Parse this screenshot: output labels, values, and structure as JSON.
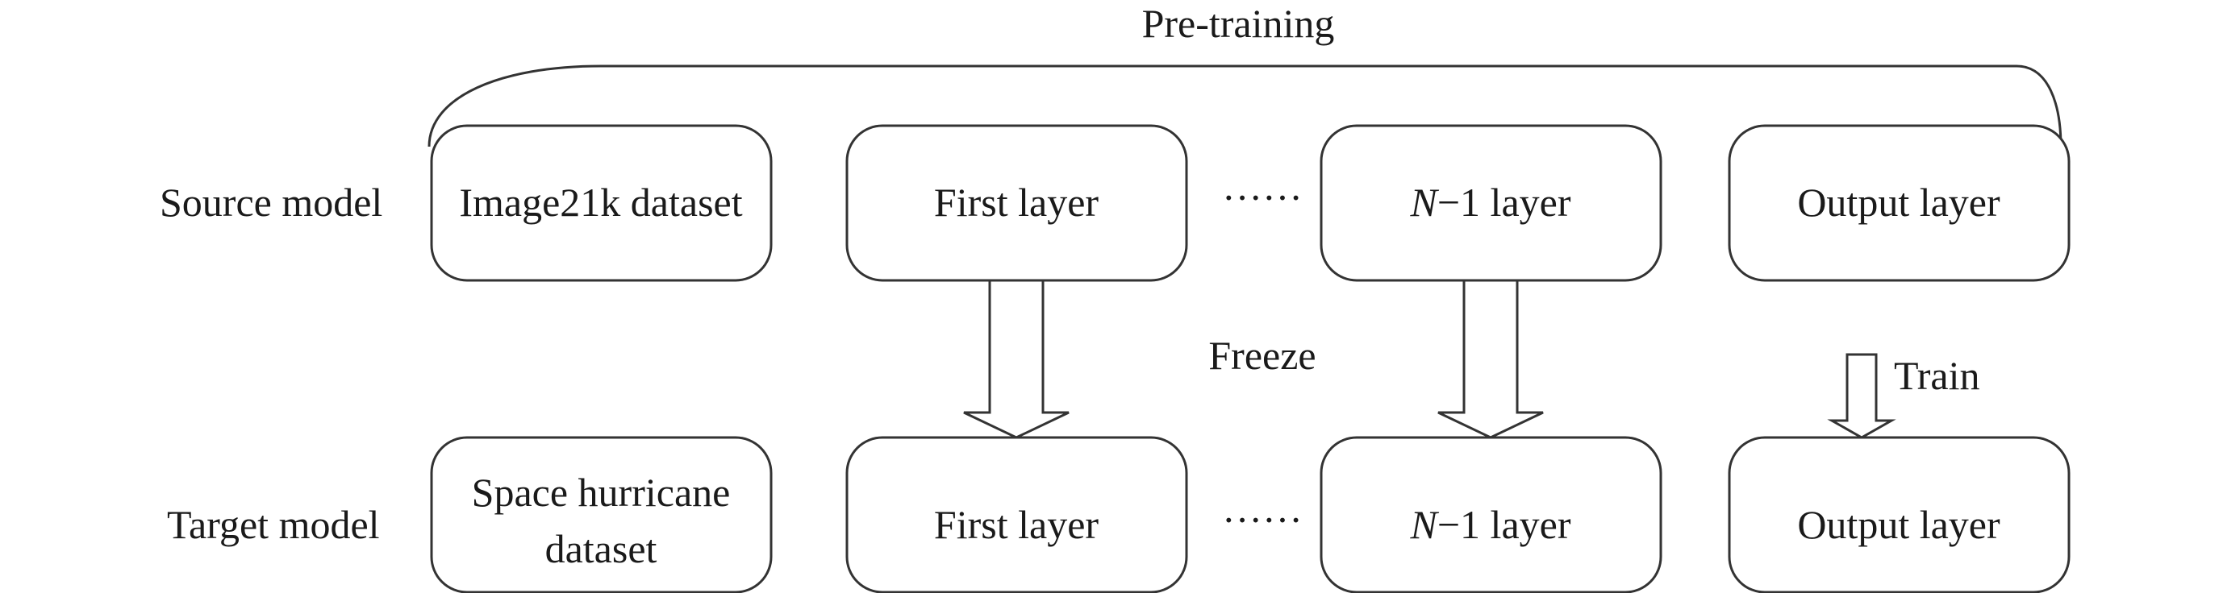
{
  "title": "Pre-training",
  "freeze_label": "Freeze",
  "train_label": "Train",
  "ellipsis": "······",
  "rows": {
    "source": {
      "label": "Source model",
      "boxes": {
        "dataset": "Image21k dataset",
        "first": "First layer",
        "n_minus_1": {
          "var": "N",
          "rest": "−1 layer"
        },
        "output": "Output layer"
      }
    },
    "target": {
      "label": "Target model",
      "boxes": {
        "dataset_line1": "Space hurricane",
        "dataset_line2": "dataset",
        "first": "First layer",
        "n_minus_1": {
          "var": "N",
          "rest": "−1 layer"
        },
        "output": "Output layer"
      }
    }
  }
}
